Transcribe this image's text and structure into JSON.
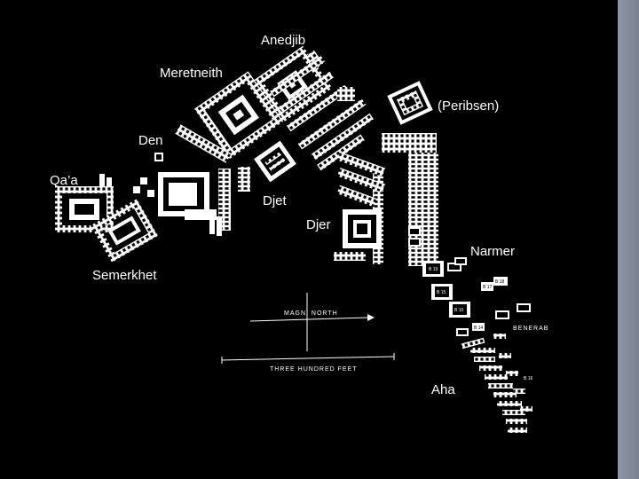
{
  "labels": {
    "anedjib": "Anedjib",
    "meretneith": "Meretneith",
    "peribsen": "(Peribsen)",
    "den": "Den",
    "qaa": "Qa’a",
    "djet": "Djet",
    "djer": "Djer",
    "narmer": "Narmer",
    "semerkhet": "Semerkhet",
    "aha": "Aha"
  },
  "plan_text": {
    "north": "MAGN. NORTH",
    "scale": "THREE HUNDRED FEET",
    "benerab": "BENERAB",
    "b16": "B 16",
    "b19": "B 19",
    "b15": "B 15",
    "b10": "B 10",
    "b14": "B 14",
    "b17": "B 17",
    "b18": "B 18"
  },
  "colors": {
    "background": "#000000",
    "ink": "#ffffff",
    "side_bar": "#8a92a2"
  }
}
